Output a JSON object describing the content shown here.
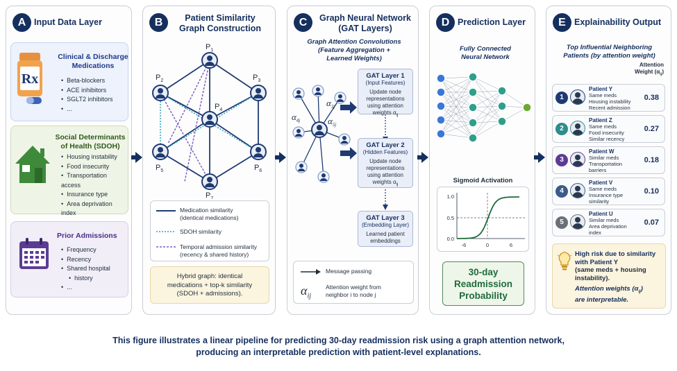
{
  "panel_a": {
    "letter": "A",
    "title": "Input Data Layer",
    "card1": {
      "title_l1": "Clinical & Discharge",
      "title_l2": "Medications",
      "items": [
        "Beta-blockers",
        "ACE inhibitors",
        "SGLT2 inhibitors",
        "..."
      ]
    },
    "card2": {
      "title_l1": "Social Determinants",
      "title_l2": "of Health (SDOH)",
      "items": [
        "Housing instability",
        "Food insecurity",
        "Transportation access",
        "Insurance type",
        "Area deprivation index",
        "..."
      ]
    },
    "card3": {
      "title": "Prior Admissions",
      "items": [
        "Frequency",
        "Recency",
        "Shared hospital",
        "history",
        "..."
      ]
    }
  },
  "panel_b": {
    "letter": "B",
    "title_l1": "Patient Similarity",
    "title_l2": "Graph Construction",
    "nodes": {
      "p1": "P",
      "p2": "P",
      "p3": "P",
      "p4": "P",
      "p5": "P",
      "p6": "P",
      "p7": "P"
    },
    "subs": {
      "s1": "1",
      "s2": "2",
      "s3": "3",
      "s4": "4",
      "s5": "5",
      "s6": "6",
      "s7": "7"
    },
    "legend": [
      {
        "l1": "Medication similarity",
        "l2": "(identical medications)"
      },
      {
        "l1": "SDOH similarity",
        "l2": ""
      },
      {
        "l1": "Temporal admission similarity",
        "l2": "(recency & shared history)"
      }
    ],
    "note_l1": "Hybrid graph: identical",
    "note_l2": "medications + top-k similarity",
    "note_l3": "(SDOH + admissions)."
  },
  "panel_c": {
    "letter": "C",
    "title_l1": "Graph Neural Network",
    "title_l2": "(GAT Layers)",
    "sub_l1": "Graph Attention Convolutions",
    "sub_l2": "(Feature Aggregation +",
    "sub_l3": "Learned Weights)",
    "alpha": {
      "a": "α",
      "s3j": "3j",
      "s4j": "4j",
      "s5j": "5j"
    },
    "layers": [
      {
        "h": "GAT Layer 1",
        "s": "(Input Features)",
        "b1": "Update node",
        "b2": "representations",
        "b3": "using attention",
        "b4": "weights α",
        "b4sub": "ij"
      },
      {
        "h": "GAT Layer 2",
        "s": "(Hidden Features)",
        "b1": "Update node",
        "b2": "representations",
        "b3": "using attention",
        "b4": "weights α",
        "b4sub": "ij"
      },
      {
        "h": "GAT Layer 3",
        "s": "(Embedding Layer)",
        "b1": "Learned patient",
        "b2": "embeddings"
      }
    ],
    "legend_msg": "Message passing",
    "legend_alpha": "α",
    "legend_alpha_sub": "ij",
    "legend_att_l1": "Attention weight from",
    "legend_att_l2": "neighbor i to node j"
  },
  "panel_d": {
    "letter": "D",
    "title": "Prediction Layer",
    "sub_l1": "Fully Connected",
    "sub_l2": "Neural Network",
    "sigmoid_title": "Sigmoid Activation",
    "y_ticks": [
      "1.0",
      "0.5",
      "0.0"
    ],
    "x_ticks": [
      "-6",
      "0",
      "6"
    ],
    "out_l1": "30-day",
    "out_l2": "Readmission",
    "out_l3": "Probability"
  },
  "panel_e": {
    "letter": "E",
    "title": "Explainability Output",
    "sub_l1": "Top Influential Neighboring",
    "sub_l2": "Patients (by attention weight)",
    "col_l1": "Attention",
    "col_l2": "Weight (α",
    "col_sub": "ij",
    "col_end": ")",
    "rows": [
      {
        "num": "1",
        "name": "Patient Y",
        "d1": "Same meds",
        "d2": "Housing instability",
        "d3": "Recent admission",
        "w": "0.38",
        "color": "#1e3a72"
      },
      {
        "num": "2",
        "name": "Patient Z",
        "d1": "Same meds",
        "d2": "Food insecurity",
        "d3": "Similar recency",
        "w": "0.27",
        "color": "#2e8c8c"
      },
      {
        "num": "3",
        "name": "Patient W",
        "d1": "Similar meds",
        "d2": "Transportation",
        "d3": "barriers",
        "w": "0.18",
        "color": "#5b3c93"
      },
      {
        "num": "4",
        "name": "Patient V",
        "d1": "Same meds",
        "d2": "Insurance type",
        "d3": "similarity",
        "w": "0.10",
        "color": "#3b5b8c"
      },
      {
        "num": "5",
        "name": "Patient U",
        "d1": "Similar meds",
        "d2": "Area deprivation",
        "d3": "index",
        "w": "0.07",
        "color": "#6b6f76"
      }
    ],
    "note_l1": "High risk due to similarity",
    "note_l2": "with Patient Y",
    "note_l3": "(same meds + housing",
    "note_l4": "instability).",
    "note_l5": "Attention weights (α",
    "note_l5_sub": "ij",
    "note_l5_end": ")",
    "note_l6": "are interpretable."
  },
  "caption_l1": "This figure illustrates a linear pipeline for predicting 30-day readmission risk using a graph attention network,",
  "caption_l2": "producing an interpretable prediction with patient-level explanations.",
  "colors": {
    "navy": "#152f5e",
    "teal": "#2aa3b5",
    "purple": "#7b5fc2",
    "green_out": "#1f6b3a"
  }
}
